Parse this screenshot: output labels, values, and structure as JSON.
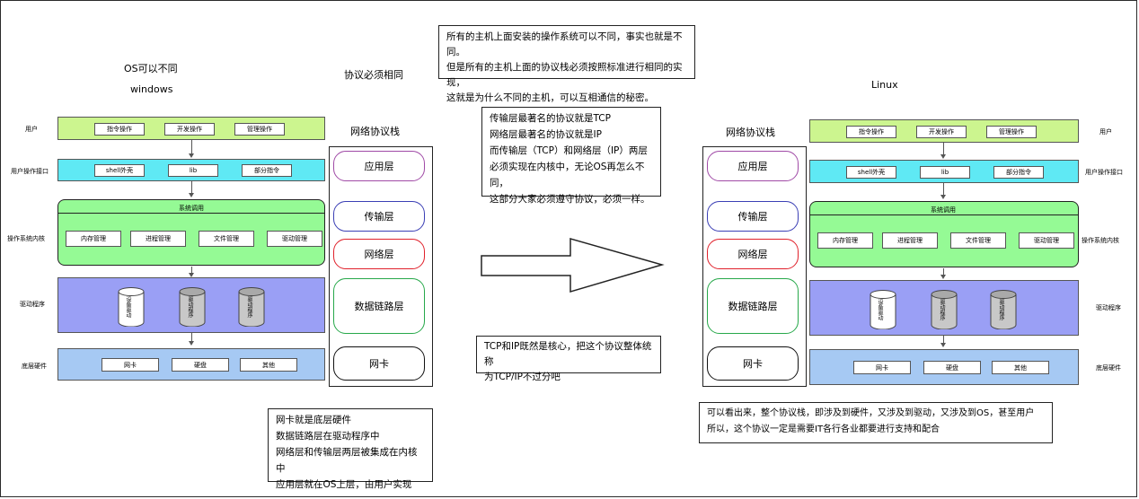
{
  "left": {
    "title": "OS可以不同",
    "os_name": "windows",
    "row_labels": {
      "user": "用户",
      "user_interface": "用户操作接口",
      "kernel": "操作系统内核",
      "driver": "驱动程序",
      "hardware": "底层硬件"
    },
    "user_ops": [
      "指令操作",
      "开发操作",
      "管理操作"
    ],
    "interface_items": [
      "shell外壳",
      "lib",
      "部分指令"
    ],
    "syscall_label": "系统调用",
    "kernel_items": [
      "内存管理",
      "进程管理",
      "文件管理",
      "驱动管理"
    ],
    "drivers": [
      "设备驱动",
      "驱动程序",
      "驱动程序"
    ],
    "hardware_items": [
      "网卡",
      "硬盘",
      "其他"
    ]
  },
  "center": {
    "protocol_same": "协议必须相同",
    "stack_title": "网络协议栈",
    "layers": [
      "应用层",
      "传输层",
      "网络层",
      "数据链路层",
      "网卡"
    ]
  },
  "right": {
    "os_name": "Linux",
    "stack_title": "网络协议栈",
    "layers": [
      "应用层",
      "传输层",
      "网络层",
      "数据链路层",
      "网卡"
    ],
    "row_labels": {
      "user": "用户",
      "user_interface": "用户操作接口",
      "kernel": "操作系统内核",
      "driver": "驱动程序",
      "hardware": "底层硬件"
    },
    "user_ops": [
      "指令操作",
      "开发操作",
      "管理操作"
    ],
    "interface_items": [
      "shell外壳",
      "lib",
      "部分指令"
    ],
    "syscall_label": "系统调用",
    "kernel_items": [
      "内存管理",
      "进程管理",
      "文件管理",
      "驱动管理"
    ],
    "drivers": [
      "设备驱动",
      "驱动程序",
      "驱动程序"
    ],
    "hardware_items": [
      "网卡",
      "硬盘",
      "其他"
    ]
  },
  "notes": {
    "top": [
      "所有的主机上面安装的操作系统可以不同，事实也就是不同。",
      "但是所有的主机上面的协议栈必须按照标准进行相同的实现，",
      "这就是为什么不同的主机，可以互相通信的秘密。"
    ],
    "middle": [
      "传输层最著名的协议就是TCP",
      "网络层最著名的协议就是IP",
      "而传输层（TCP）和网络层（IP）两层",
      "必须实现在内核中，无论OS再怎么不同，",
      "这部分大家必须遵守协议，必须一样。"
    ],
    "tcpip": [
      "TCP和IP既然是核心，把这个协议整体统称",
      "为TCP/IP不过分吧"
    ],
    "bottom_left": [
      "网卡就是底层硬件",
      "数据链路层在驱动程序中",
      "网络层和传输层两层被集成在内核中",
      "应用层就在OS上层，由用户实现"
    ],
    "bottom_right": [
      "可以看出来，整个协议栈，即涉及到硬件，又涉及到驱动，又涉及到OS，甚至用户",
      "所以，这个协议一定是需要IT各行各业都要进行支持和配合"
    ]
  },
  "colors": {
    "user_band": "#ccf58f",
    "interface_band": "#5fe9f4",
    "kernel_band": "#95fa95",
    "driver_band": "#9a9ff5",
    "hardware_band": "#a6c9f3",
    "app_layer": "#a04aa6",
    "transport_layer": "#3b3fb5",
    "network_layer": "#e0202a",
    "link_layer": "#27a84a",
    "nic_layer": "#111111"
  }
}
